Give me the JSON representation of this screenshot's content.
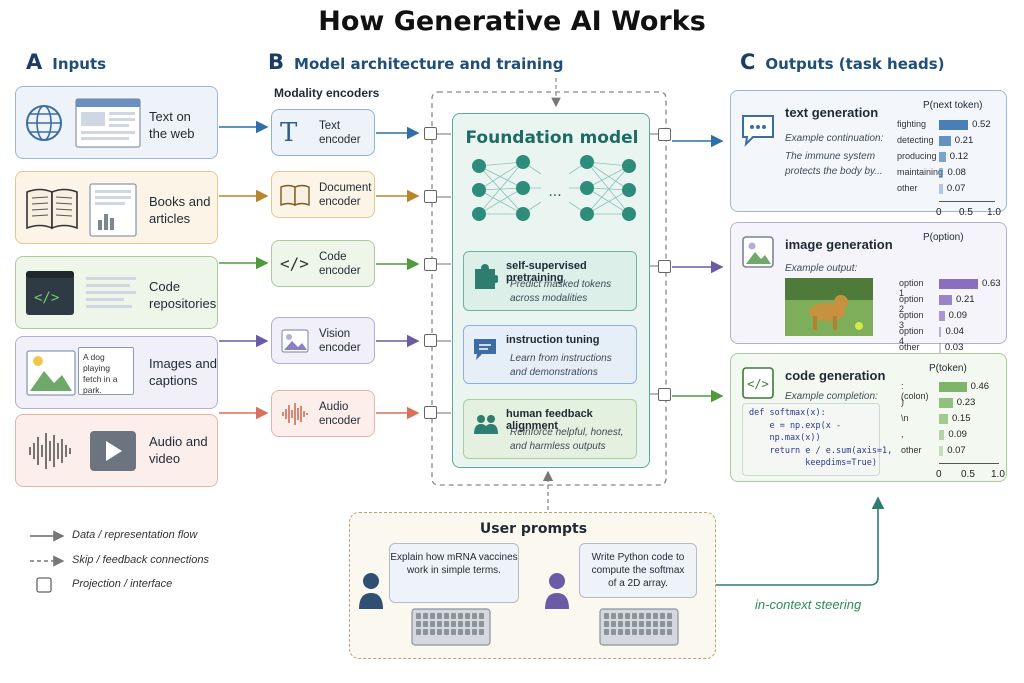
{
  "title": "How Generative AI Works",
  "sections": {
    "a": {
      "letter": "A",
      "label": "Inputs"
    },
    "b": {
      "letter": "B",
      "label": "Model architecture and training"
    },
    "c": {
      "letter": "C",
      "label": "Outputs (task heads)"
    }
  },
  "inputs": [
    {
      "label1": "Text on",
      "label2": "the web",
      "icon": "globe-webpage-icon"
    },
    {
      "label1": "Books and",
      "label2": "articles",
      "icon": "open-book-icon"
    },
    {
      "label1": "Code",
      "label2": "repositories",
      "icon": "code-window-icon"
    },
    {
      "label1": "Images and",
      "label2": "captions",
      "icon": "landscape-image-icon",
      "caption": "A dog playing fetch in a park."
    },
    {
      "label1": "Audio and",
      "label2": "video",
      "icon": "waveform-play-icon"
    }
  ],
  "modality_encoders_label": "Modality encoders",
  "encoders": [
    {
      "label1": "Text",
      "label2": "encoder",
      "glyph": "T"
    },
    {
      "label1": "Document",
      "label2": "encoder"
    },
    {
      "label1": "Code",
      "label2": "encoder",
      "glyph": "</>"
    },
    {
      "label1": "Vision",
      "label2": "encoder"
    },
    {
      "label1": "Audio",
      "label2": "encoder"
    }
  ],
  "foundation_model": {
    "title": "Foundation model",
    "ellipsis": "...",
    "stages": [
      {
        "title": "self-supervised pretraining",
        "desc1": "Predict masked tokens",
        "desc2": "across modalities"
      },
      {
        "title": "instruction tuning",
        "desc1": "Learn from instructions",
        "desc2": "and demonstrations"
      },
      {
        "title": "human feedback alignment",
        "desc1": "Reinforce helpful, honest,",
        "desc2": "and harmless outputs"
      }
    ]
  },
  "outputs": {
    "text": {
      "heading": "text generation",
      "sub1": "Example continuation:",
      "sub2": "The immune system",
      "sub3": "protects the body by...",
      "phead": "P(next token)",
      "bars": [
        {
          "label": "fighting",
          "value": 0.52,
          "value_label": "0.52"
        },
        {
          "label": "detecting",
          "value": 0.21,
          "value_label": "0.21"
        },
        {
          "label": "producing",
          "value": 0.12,
          "value_label": "0.12"
        },
        {
          "label": "maintaining",
          "value": 0.08,
          "value_label": "0.08"
        },
        {
          "label": "other",
          "value": 0.07,
          "value_label": "0.07"
        }
      ],
      "ticks": [
        "0",
        "0.5",
        "1.0"
      ],
      "color": "#4a7fb5"
    },
    "image": {
      "heading": "image generation",
      "sub1": "Example output:",
      "phead": "P(option)",
      "bars": [
        {
          "label": "option 1",
          "value": 0.63,
          "value_label": "0.63"
        },
        {
          "label": "option 2",
          "value": 0.21,
          "value_label": "0.21"
        },
        {
          "label": "option 3",
          "value": 0.09,
          "value_label": "0.09"
        },
        {
          "label": "option 4",
          "value": 0.04,
          "value_label": "0.04"
        },
        {
          "label": "other",
          "value": 0.03,
          "value_label": "0.03"
        }
      ],
      "ticks": [
        "0",
        "0.5",
        "1.0"
      ],
      "color": "#8a6fc0"
    },
    "code": {
      "heading": "code generation",
      "sub1": "Example completion:",
      "phead": "P(token)",
      "bars": [
        {
          "label": ": (colon)",
          "value": 0.46,
          "value_label": "0.46"
        },
        {
          "label": ")",
          "value": 0.23,
          "value_label": "0.23"
        },
        {
          "label": "\\n",
          "value": 0.15,
          "value_label": "0.15"
        },
        {
          "label": ",",
          "value": 0.09,
          "value_label": "0.09"
        },
        {
          "label": "other",
          "value": 0.07,
          "value_label": "0.07"
        }
      ],
      "ticks": [
        "0",
        "0.5",
        "1.0"
      ],
      "color": "#7fb56a",
      "code_lines": [
        "def softmax(x):",
        "    e = np.exp(x -",
        "    np.max(x))",
        "    return e / e.sum(axis=1,",
        "           keepdims=True)"
      ]
    }
  },
  "user_prompts": {
    "title": "User prompts",
    "prompt1": [
      "Explain how mRNA vaccines",
      "work in simple terms."
    ],
    "prompt2": [
      "Write Python code to",
      "compute the softmax",
      "of a 2D array."
    ]
  },
  "in_context": "in-context steering",
  "legend": [
    {
      "label": "Data / representation flow"
    },
    {
      "label": "Skip / feedback connections"
    },
    {
      "label": "Projection / interface"
    }
  ],
  "colors": {
    "blue": "#2f6ea8",
    "brown": "#b8862b",
    "green": "#4f9a3a",
    "purple": "#6a5aa8",
    "red": "#d9705c",
    "teal": "#2e7d6f"
  }
}
